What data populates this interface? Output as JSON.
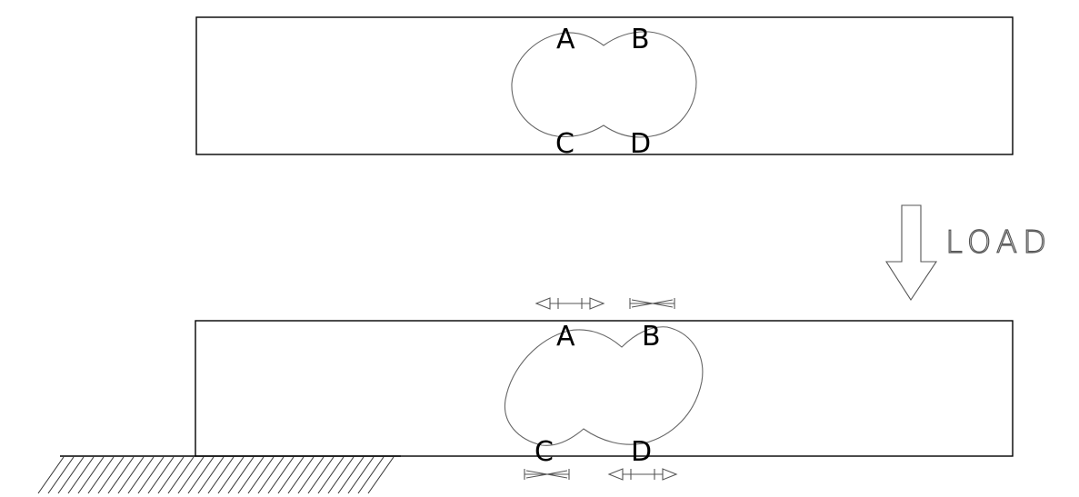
{
  "top_diagram": {
    "points": {
      "a": "A",
      "b": "B",
      "c": "C",
      "d": "D"
    }
  },
  "bottom_diagram": {
    "points": {
      "a": "A",
      "b": "B",
      "c": "C",
      "d": "D"
    }
  },
  "load": {
    "label": "LOAD"
  }
}
